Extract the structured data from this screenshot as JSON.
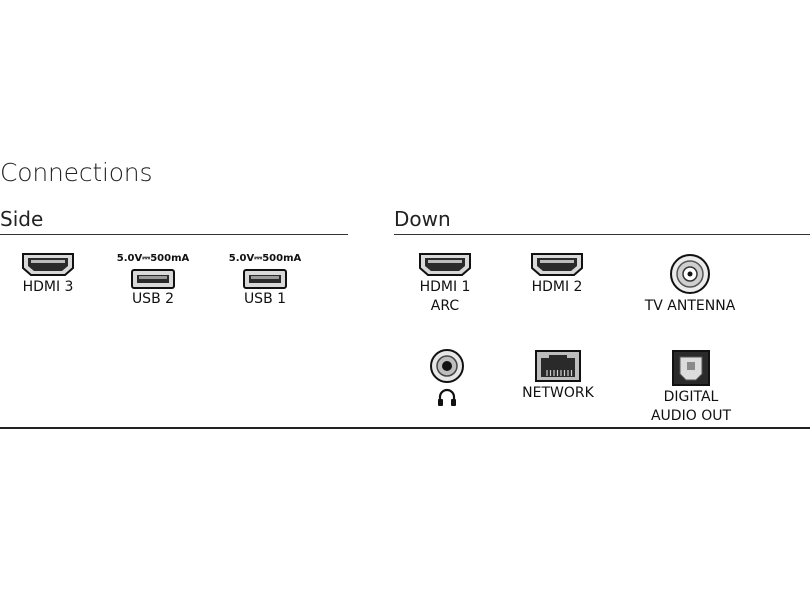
{
  "title": "Connections",
  "sections": {
    "side": {
      "label": "Side",
      "ports": [
        {
          "id": "hdmi3",
          "label": "HDMI 3",
          "spec": "",
          "icon": "hdmi-icon"
        },
        {
          "id": "usb2",
          "label": "USB 2",
          "spec": "5.0V⎓500mA",
          "icon": "usb-icon"
        },
        {
          "id": "usb1",
          "label": "USB 1",
          "spec": "5.0V⎓500mA",
          "icon": "usb-icon"
        }
      ]
    },
    "down": {
      "label": "Down",
      "ports": [
        {
          "id": "hdmi1",
          "label_line1": "HDMI 1",
          "label_line2": "ARC",
          "icon": "hdmi-icon"
        },
        {
          "id": "hdmi2",
          "label": "HDMI 2",
          "icon": "hdmi-icon"
        },
        {
          "id": "antenna",
          "label": "TV ANTENNA",
          "icon": "antenna-coax-icon"
        },
        {
          "id": "headphone",
          "label": "",
          "icon": "headphone-jack-icon"
        },
        {
          "id": "network",
          "label": "NETWORK",
          "icon": "ethernet-icon"
        },
        {
          "id": "digital",
          "label_line1": "DIGITAL",
          "label_line2": "AUDIO OUT",
          "icon": "optical-audio-icon"
        }
      ]
    }
  }
}
